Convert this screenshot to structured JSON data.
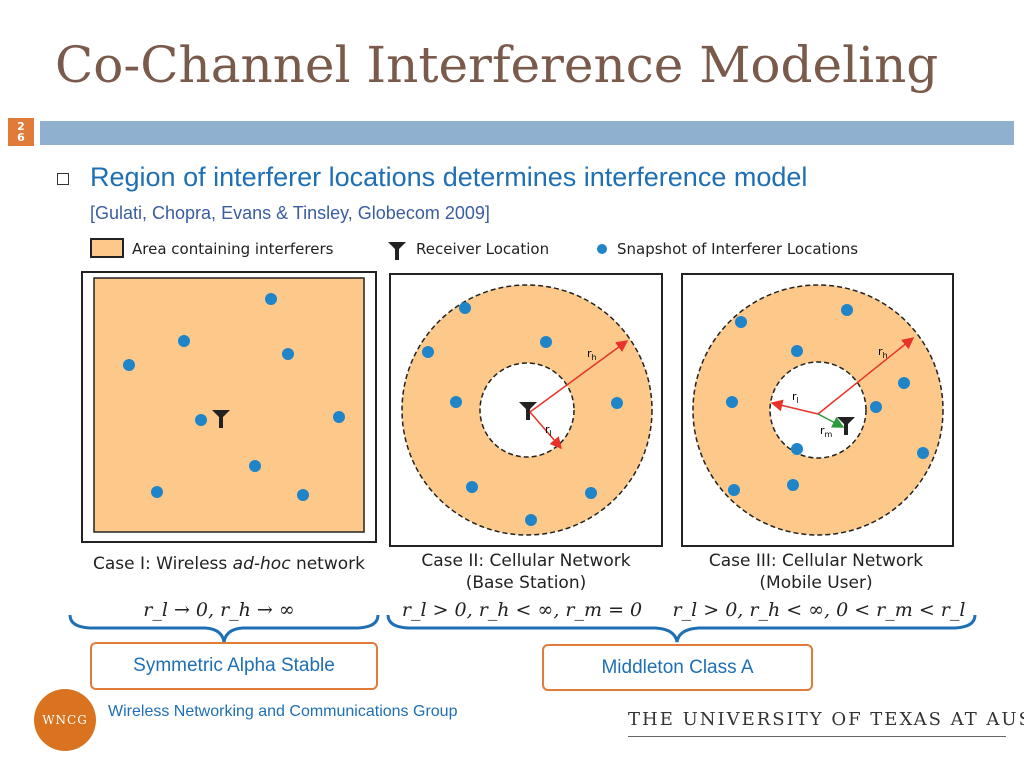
{
  "slide": {
    "title": "Co-Channel Interference Modeling",
    "number": "26"
  },
  "bullet": {
    "text": "Region of interferer locations determines interference model",
    "citation": "[Gulati, Chopra, Evans & Tinsley, Globecom 2009]"
  },
  "figure": {
    "legend": {
      "area": "Area containing interferers",
      "receiver": "Receiver Location",
      "snapshot": "Snapshot of Interferer Locations"
    },
    "panels": [
      {
        "caption_pre": "Case I: Wireless ",
        "caption_italic": "ad-hoc",
        "caption_post": " network"
      },
      {
        "caption_line1": "Case II: Cellular Network",
        "caption_line2": "(Base Station)"
      },
      {
        "caption_line1": "Case III: Cellular Network",
        "caption_line2": "(Mobile User)"
      }
    ],
    "labels": {
      "r_h": "r",
      "r_h_sub": "h",
      "r_l": "r",
      "r_l_sub": "l",
      "r_m": "r",
      "r_m_sub": "m"
    },
    "conditions": [
      "r_l → 0, r_h → ∞",
      "r_l > 0, r_h < ∞, r_m = 0",
      "r_l > 0, r_h < ∞, 0 < r_m < r_l"
    ]
  },
  "models": {
    "left": "Symmetric Alpha Stable",
    "right": "Middleton Class A"
  },
  "footer": {
    "logo": "WNCG",
    "group": "Wireless Networking and Communications Group",
    "university": "THE UNIVERSITY OF TEXAS AT AUSTIN"
  },
  "colors": {
    "area_fill": "#fcc98a",
    "dot": "#1f84c8",
    "arrow": "#e8322a",
    "arrow_rm": "#2a9a3a",
    "brace": "#1e6fb3",
    "accent": "#e07b39"
  }
}
